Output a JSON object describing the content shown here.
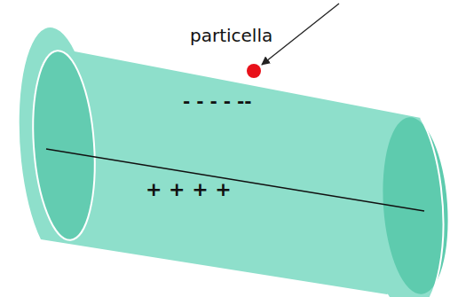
{
  "diagram": {
    "labels": [
      "particella",
      "- - - - --",
      "+ + + +"
    ]
  }
}
